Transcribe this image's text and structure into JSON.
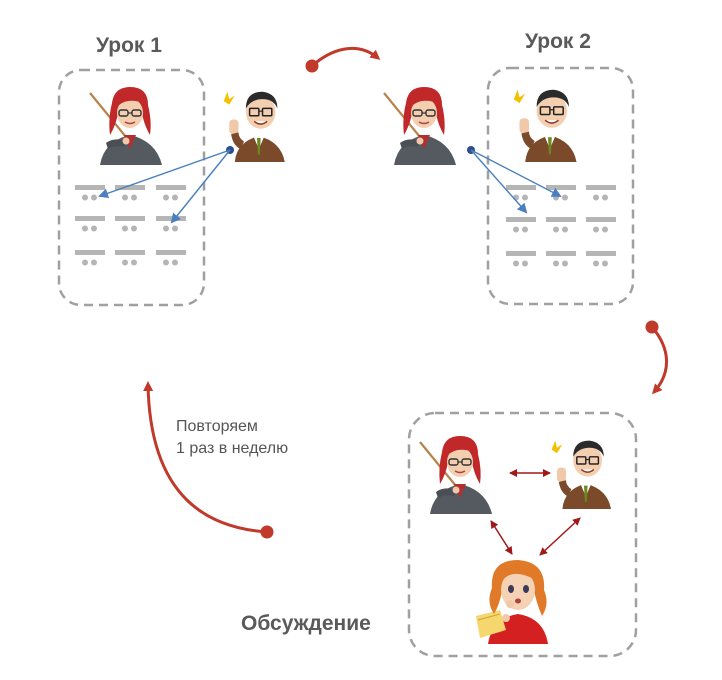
{
  "lesson1": {
    "title": "Урок 1"
  },
  "lesson2": {
    "title": "Урок 2"
  },
  "repeat_note": {
    "line1": "Повторяем",
    "line2": "1 раз в неделю"
  },
  "discussion": {
    "title": "Обсуждение"
  },
  "colors": {
    "flow_arrow": "#c0392b",
    "pointer_arrow": "#4a7fc0",
    "discussion_arrow": "#a01818",
    "dashed_border": "#a0a0a0",
    "desk": "#b5b5b5"
  }
}
